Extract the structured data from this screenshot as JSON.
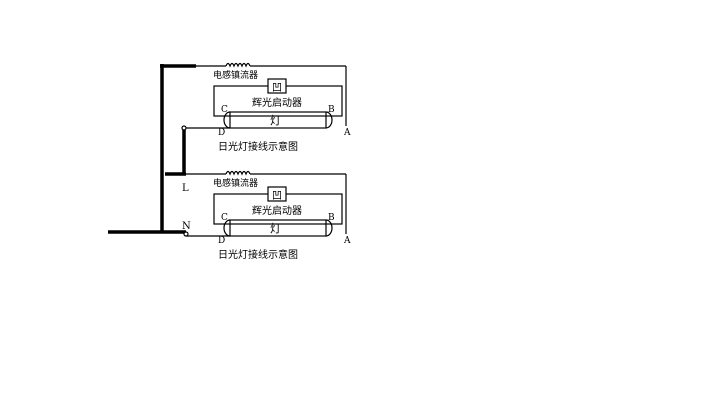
{
  "colors": {
    "background": "#ffffff",
    "line": "#000000"
  },
  "diagram": {
    "terminals": {
      "live": "L",
      "neutral": "N"
    },
    "circuits": [
      {
        "ballast_label": "电感镇流器",
        "starter_label": "辉光启动器",
        "lamp_label": "灯",
        "pin_c": "C",
        "pin_b": "B",
        "pin_d": "D",
        "pin_a": "A",
        "caption": "日光灯接线示意图"
      },
      {
        "ballast_label": "电感镇流器",
        "starter_label": "辉光启动器",
        "lamp_label": "灯",
        "pin_c": "C",
        "pin_b": "B",
        "pin_d": "D",
        "pin_a": "A",
        "caption": "日光灯接线示意图"
      }
    ]
  }
}
